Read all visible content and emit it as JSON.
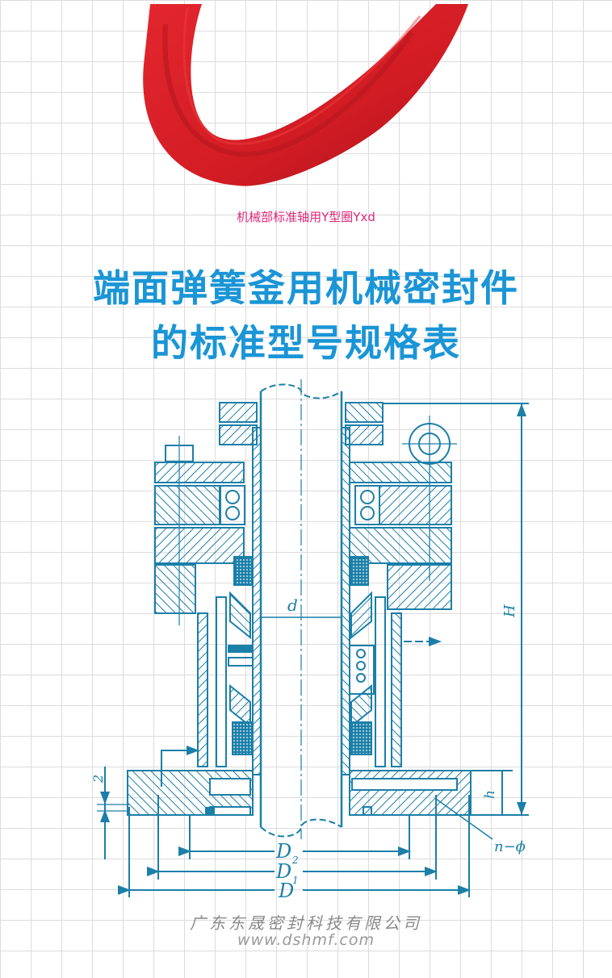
{
  "product_image": {
    "subject": "red Y-type shaft seal ring",
    "caption": "机械部标准轴用Y型圈Yxd",
    "colors": {
      "ring_red": "#d42027",
      "ring_dark": "#a8141a",
      "caption": "#e0287a"
    }
  },
  "title": {
    "line1": "端面弹簧釜用机械密封件",
    "line2": "的标准型号规格表",
    "color": "#1a95d6"
  },
  "diagram": {
    "type": "mechanical seal cross-section drawing",
    "line_color": "#1b7fa8",
    "labels": {
      "d": "d",
      "H": "H",
      "h": "h",
      "two": "2",
      "D2": "D",
      "D2_sub": "2",
      "D1": "D",
      "D1_sub": "1",
      "D": "D",
      "n_phi": "n−ϕ"
    }
  },
  "footer": {
    "company": "广东东晟密封科技有限公司",
    "website": "www.dshmf.com"
  }
}
